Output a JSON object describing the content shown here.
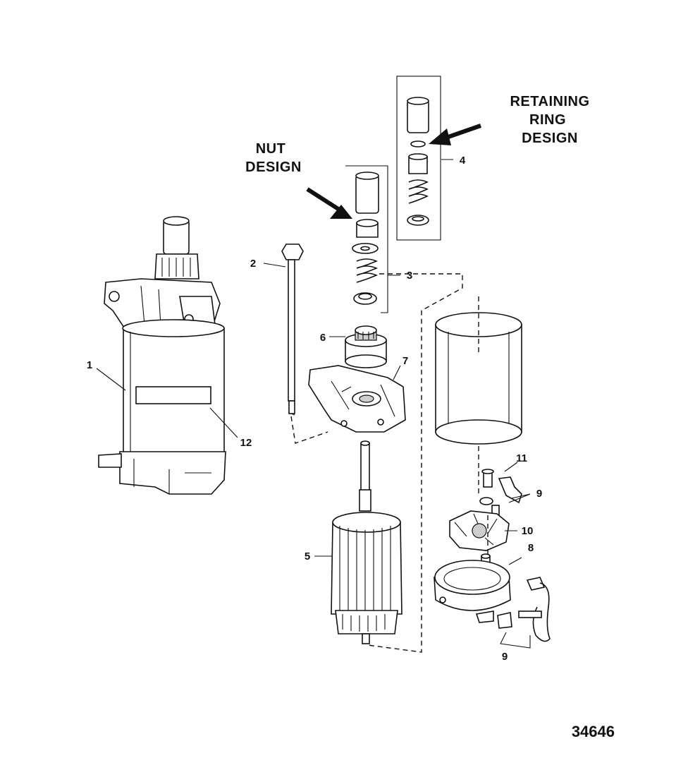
{
  "headings": {
    "nut_design": [
      "NUT",
      "DESIGN"
    ],
    "retaining_ring_design": [
      "RETAINING",
      "RING",
      "DESIGN"
    ]
  },
  "callouts": {
    "c1": "1",
    "c2": "2",
    "c3": "3",
    "c4": "4",
    "c5": "5",
    "c6": "6",
    "c7": "7",
    "c8": "8",
    "c9a": "9",
    "c9b": "9",
    "c10": "10",
    "c11": "11",
    "c12": "12"
  },
  "figure_id": "34646"
}
